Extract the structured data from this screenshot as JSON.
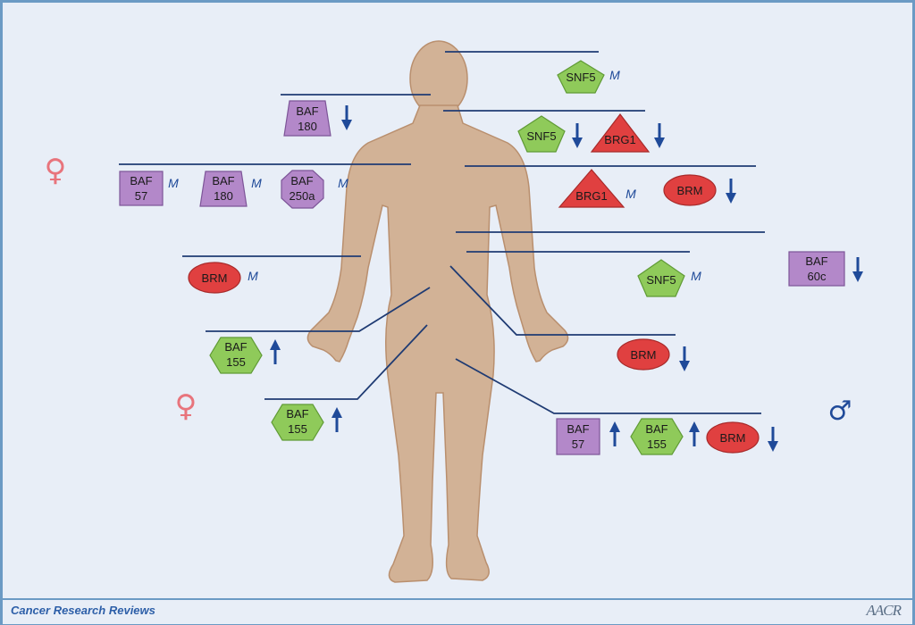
{
  "footer": {
    "journal": "Cancer Research Reviews",
    "logo": "AACR"
  },
  "symbols": {
    "female": "♀",
    "male": "♂",
    "mutation": "M",
    "up_arrow": "up-arrow",
    "down_arrow": "down-arrow"
  },
  "colors": {
    "background": "#e8eef7",
    "frame": "#6b9ac4",
    "body": "#d2b296",
    "line": "#1f3b73",
    "arrow": "#1f4a99",
    "purple": "#b388c9",
    "green": "#8fca5a",
    "red": "#e04040",
    "female": "#e8747c",
    "male": "#1f4a99"
  },
  "shape_types": {
    "purple": "BAF subunit (square/trapezoid/octagon)",
    "green": "SNF5 / BAF155 (pentagon/hexagon)",
    "red": "BRG1 / BRM (triangle/ellipse)"
  },
  "annotations": [
    {
      "id": "snf5-top",
      "items": [
        {
          "label": "SNF5",
          "color": "green",
          "shape": "pentagon"
        }
      ],
      "mark": "M"
    },
    {
      "id": "baf180-upper",
      "items": [
        {
          "label": "BAF 180",
          "color": "purple",
          "shape": "trapezoid"
        }
      ],
      "mark": "down"
    },
    {
      "id": "snf5-brg1",
      "items": [
        {
          "label": "SNF5",
          "color": "green",
          "shape": "pentagon"
        },
        {
          "label": "BRG1",
          "color": "red",
          "shape": "triangle"
        }
      ],
      "marks": [
        "down",
        "down"
      ]
    },
    {
      "id": "left-row3",
      "items": [
        {
          "label": "BAF 57",
          "color": "purple",
          "shape": "square"
        },
        {
          "label": "BAF 180",
          "color": "purple",
          "shape": "trapezoid"
        },
        {
          "label": "BAF 250a",
          "color": "purple",
          "shape": "octagon"
        }
      ],
      "mark": "M"
    },
    {
      "id": "brg1-brm",
      "items": [
        {
          "label": "BRG1",
          "color": "red",
          "shape": "triangle"
        },
        {
          "label": "BRM",
          "color": "red",
          "shape": "ellipse"
        }
      ],
      "marks": [
        "M",
        "down"
      ]
    },
    {
      "id": "baf60c",
      "items": [
        {
          "label": "BAF 60c",
          "color": "purple",
          "shape": "square"
        }
      ],
      "mark": "down"
    },
    {
      "id": "brm-left",
      "items": [
        {
          "label": "BRM",
          "color": "red",
          "shape": "ellipse"
        }
      ],
      "mark": "M"
    },
    {
      "id": "snf5-mid",
      "items": [
        {
          "label": "SNF5",
          "color": "green",
          "shape": "pentagon"
        }
      ],
      "mark": "M"
    },
    {
      "id": "baf155-left1",
      "items": [
        {
          "label": "BAF 155",
          "color": "green",
          "shape": "hexagon"
        }
      ],
      "mark": "up"
    },
    {
      "id": "brm-right",
      "items": [
        {
          "label": "BRM",
          "color": "red",
          "shape": "ellipse"
        }
      ],
      "mark": "down"
    },
    {
      "id": "baf155-left2",
      "items": [
        {
          "label": "BAF 155",
          "color": "green",
          "shape": "hexagon"
        }
      ],
      "mark": "up"
    },
    {
      "id": "bottom-right",
      "items": [
        {
          "label": "BAF 57",
          "color": "purple",
          "shape": "square"
        },
        {
          "label": "BAF 155",
          "color": "green",
          "shape": "hexagon"
        },
        {
          "label": "BRM",
          "color": "red",
          "shape": "ellipse"
        }
      ],
      "marks": [
        "up",
        "up",
        "down"
      ]
    }
  ]
}
